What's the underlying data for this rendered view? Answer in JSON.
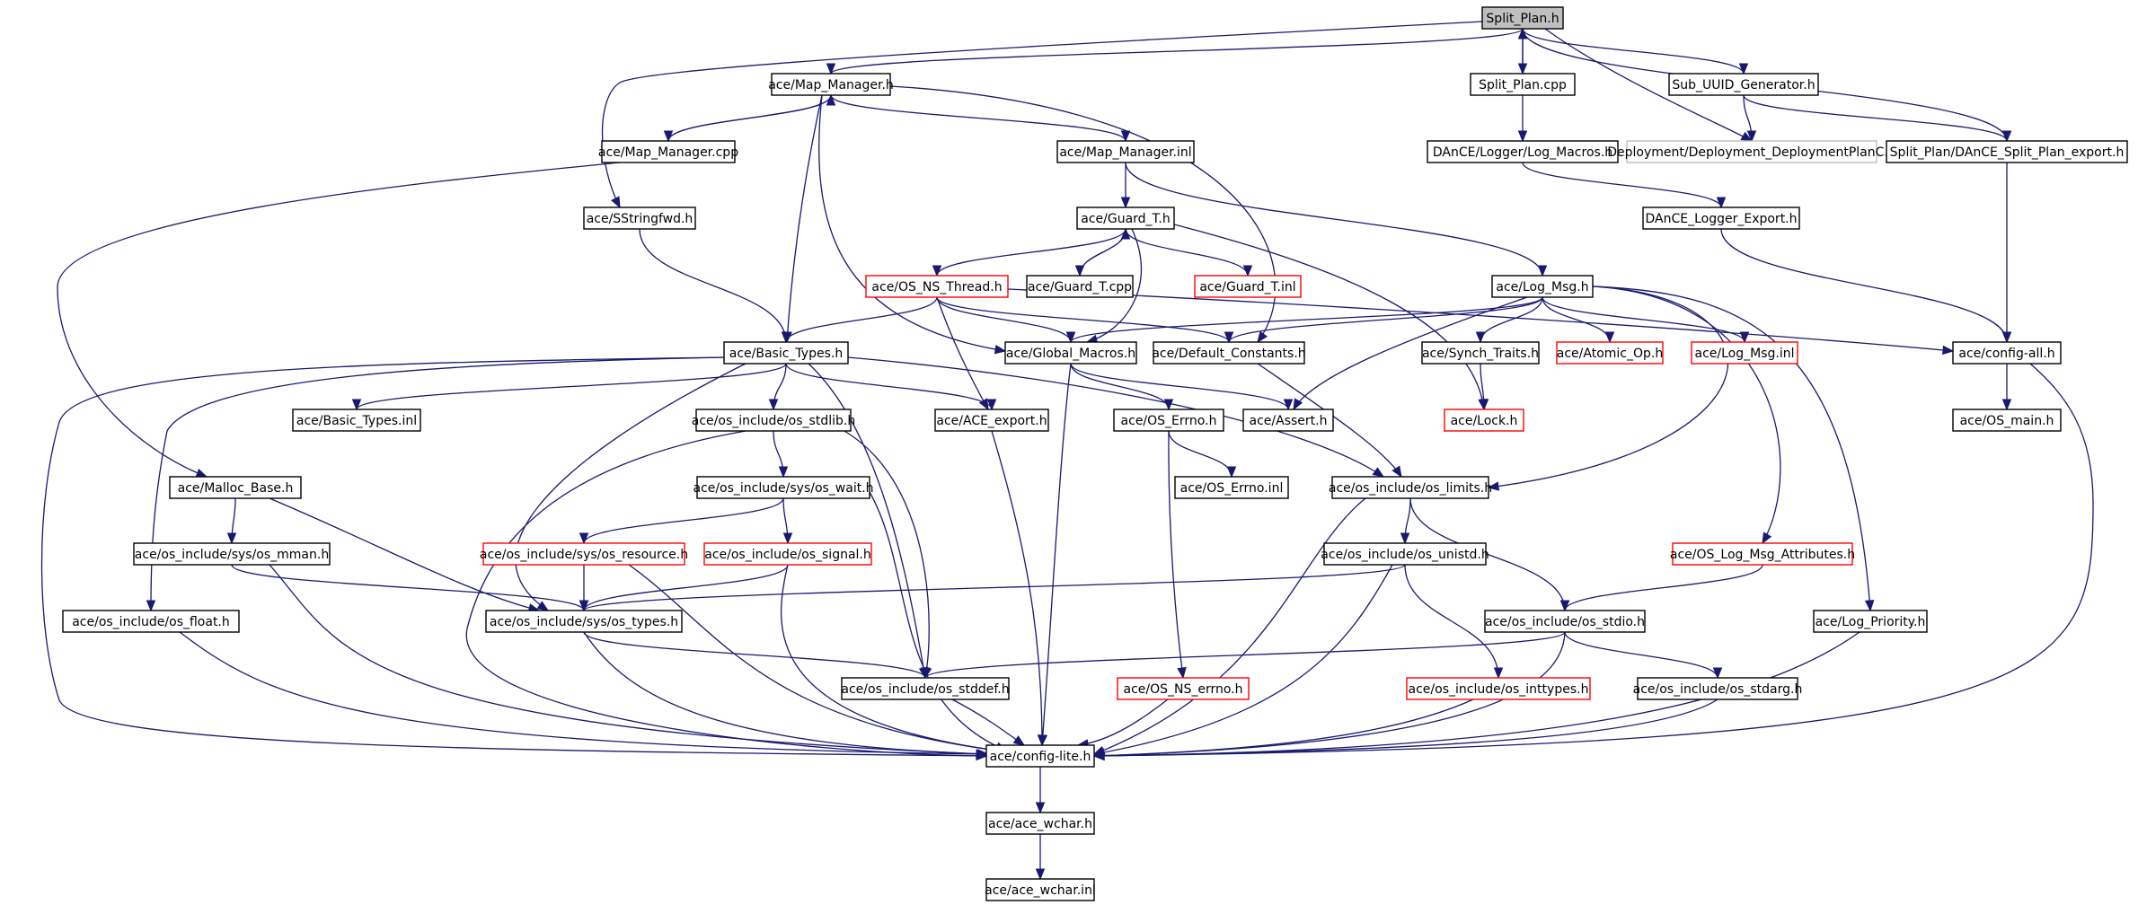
{
  "graph": {
    "nodes": [
      {
        "id": "split_plan_h",
        "label": "Split_Plan.h",
        "kind": "current"
      },
      {
        "id": "map_manager_h",
        "label": "ace/Map_Manager.h",
        "kind": "normal"
      },
      {
        "id": "split_plan_cpp",
        "label": "Split_Plan.cpp",
        "kind": "normal"
      },
      {
        "id": "sub_uuid_gen_h",
        "label": "Sub_UUID_Generator.h",
        "kind": "normal"
      },
      {
        "id": "map_manager_cpp",
        "label": "ace/Map_Manager.cpp",
        "kind": "normal"
      },
      {
        "id": "map_manager_inl",
        "label": "ace/Map_Manager.inl",
        "kind": "normal"
      },
      {
        "id": "log_macros_h",
        "label": "DAnCE/Logger/Log_Macros.h",
        "kind": "normal"
      },
      {
        "id": "deployment_planc_h",
        "label": "Deployment/Deployment_DeploymentPlanC.h",
        "kind": "undocumented"
      },
      {
        "id": "split_plan_export_h",
        "label": "Split_Plan/DAnCE_Split_Plan_export.h",
        "kind": "normal"
      },
      {
        "id": "sstringfwd_h",
        "label": "ace/SStringfwd.h",
        "kind": "normal"
      },
      {
        "id": "guard_t_h",
        "label": "ace/Guard_T.h",
        "kind": "normal"
      },
      {
        "id": "dance_logger_export_h",
        "label": "DAnCE_Logger_Export.h",
        "kind": "normal"
      },
      {
        "id": "os_ns_thread_h",
        "label": "ace/OS_NS_Thread.h",
        "kind": "truncated"
      },
      {
        "id": "guard_t_cpp",
        "label": "ace/Guard_T.cpp",
        "kind": "normal"
      },
      {
        "id": "guard_t_inl",
        "label": "ace/Guard_T.inl",
        "kind": "truncated"
      },
      {
        "id": "log_msg_h",
        "label": "ace/Log_Msg.h",
        "kind": "normal"
      },
      {
        "id": "basic_types_h",
        "label": "ace/Basic_Types.h",
        "kind": "normal"
      },
      {
        "id": "global_macros_h",
        "label": "ace/Global_Macros.h",
        "kind": "normal"
      },
      {
        "id": "default_constants_h",
        "label": "ace/Default_Constants.h",
        "kind": "normal"
      },
      {
        "id": "synch_traits_h",
        "label": "ace/Synch_Traits.h",
        "kind": "normal"
      },
      {
        "id": "atomic_op_h",
        "label": "ace/Atomic_Op.h",
        "kind": "truncated"
      },
      {
        "id": "log_msg_inl",
        "label": "ace/Log_Msg.inl",
        "kind": "truncated"
      },
      {
        "id": "config_all_h",
        "label": "ace/config-all.h",
        "kind": "normal"
      },
      {
        "id": "basic_types_inl",
        "label": "ace/Basic_Types.inl",
        "kind": "normal"
      },
      {
        "id": "os_stdlib_h",
        "label": "ace/os_include/os_stdlib.h",
        "kind": "normal"
      },
      {
        "id": "ace_export_h",
        "label": "ace/ACE_export.h",
        "kind": "normal"
      },
      {
        "id": "os_errno_h",
        "label": "ace/OS_Errno.h",
        "kind": "normal"
      },
      {
        "id": "assert_h",
        "label": "ace/Assert.h",
        "kind": "normal"
      },
      {
        "id": "lock_h",
        "label": "ace/Lock.h",
        "kind": "truncated"
      },
      {
        "id": "os_main_h",
        "label": "ace/OS_main.h",
        "kind": "normal"
      },
      {
        "id": "malloc_base_h",
        "label": "ace/Malloc_Base.h",
        "kind": "normal"
      },
      {
        "id": "os_wait_h",
        "label": "ace/os_include/sys/os_wait.h",
        "kind": "normal"
      },
      {
        "id": "os_errno_inl",
        "label": "ace/OS_Errno.inl",
        "kind": "normal"
      },
      {
        "id": "os_limits_h",
        "label": "ace/os_include/os_limits.h",
        "kind": "normal"
      },
      {
        "id": "os_mman_h",
        "label": "ace/os_include/sys/os_mman.h",
        "kind": "normal"
      },
      {
        "id": "os_resource_h",
        "label": "ace/os_include/sys/os_resource.h",
        "kind": "truncated"
      },
      {
        "id": "os_signal_h",
        "label": "ace/os_include/os_signal.h",
        "kind": "truncated"
      },
      {
        "id": "os_unistd_h",
        "label": "ace/os_include/os_unistd.h",
        "kind": "normal"
      },
      {
        "id": "os_log_msg_attributes_h",
        "label": "ace/OS_Log_Msg_Attributes.h",
        "kind": "truncated"
      },
      {
        "id": "os_float_h",
        "label": "ace/os_include/os_float.h",
        "kind": "normal"
      },
      {
        "id": "os_types_h",
        "label": "ace/os_include/sys/os_types.h",
        "kind": "normal"
      },
      {
        "id": "os_stdio_h",
        "label": "ace/os_include/os_stdio.h",
        "kind": "normal"
      },
      {
        "id": "log_priority_h",
        "label": "ace/Log_Priority.h",
        "kind": "normal"
      },
      {
        "id": "os_stddef_h",
        "label": "ace/os_include/os_stddef.h",
        "kind": "normal"
      },
      {
        "id": "os_ns_errno_h",
        "label": "ace/OS_NS_errno.h",
        "kind": "truncated"
      },
      {
        "id": "os_inttypes_h",
        "label": "ace/os_include/os_inttypes.h",
        "kind": "truncated"
      },
      {
        "id": "os_stdarg_h",
        "label": "ace/os_include/os_stdarg.h",
        "kind": "normal"
      },
      {
        "id": "config_lite_h",
        "label": "ace/config-lite.h",
        "kind": "normal"
      },
      {
        "id": "ace_wchar_h",
        "label": "ace/ace_wchar.h",
        "kind": "normal"
      },
      {
        "id": "ace_wchar_inl",
        "label": "ace/ace_wchar.inl",
        "kind": "normal"
      }
    ],
    "edges": [
      [
        "split_plan_h",
        "map_manager_h"
      ],
      [
        "split_plan_h",
        "split_plan_cpp"
      ],
      [
        "split_plan_h",
        "sub_uuid_gen_h"
      ],
      [
        "split_plan_h",
        "sstringfwd_h"
      ],
      [
        "split_plan_h",
        "deployment_planc_h"
      ],
      [
        "split_plan_h",
        "split_plan_export_h"
      ],
      [
        "split_plan_cpp",
        "split_plan_h"
      ],
      [
        "split_plan_cpp",
        "log_macros_h"
      ],
      [
        "sub_uuid_gen_h",
        "deployment_planc_h"
      ],
      [
        "sub_uuid_gen_h",
        "split_plan_export_h"
      ],
      [
        "split_plan_export_h",
        "config_all_h"
      ],
      [
        "log_macros_h",
        "dance_logger_export_h"
      ],
      [
        "dance_logger_export_h",
        "config_all_h"
      ],
      [
        "map_manager_h",
        "map_manager_cpp"
      ],
      [
        "map_manager_h",
        "map_manager_inl"
      ],
      [
        "map_manager_h",
        "basic_types_h"
      ],
      [
        "map_manager_h",
        "global_macros_h"
      ],
      [
        "map_manager_h",
        "default_constants_h"
      ],
      [
        "map_manager_cpp",
        "map_manager_h"
      ],
      [
        "map_manager_cpp",
        "malloc_base_h"
      ],
      [
        "map_manager_inl",
        "guard_t_h"
      ],
      [
        "map_manager_inl",
        "log_msg_h"
      ],
      [
        "sstringfwd_h",
        "basic_types_h"
      ],
      [
        "guard_t_h",
        "os_ns_thread_h"
      ],
      [
        "guard_t_h",
        "guard_t_cpp"
      ],
      [
        "guard_t_h",
        "guard_t_inl"
      ],
      [
        "guard_t_h",
        "global_macros_h"
      ],
      [
        "guard_t_h",
        "lock_h"
      ],
      [
        "guard_t_cpp",
        "guard_t_h"
      ],
      [
        "os_ns_thread_h",
        "basic_types_h"
      ],
      [
        "os_ns_thread_h",
        "global_macros_h"
      ],
      [
        "os_ns_thread_h",
        "default_constants_h"
      ],
      [
        "os_ns_thread_h",
        "ace_export_h"
      ],
      [
        "os_ns_thread_h",
        "config_all_h"
      ],
      [
        "log_msg_h",
        "global_macros_h"
      ],
      [
        "log_msg_h",
        "default_constants_h"
      ],
      [
        "log_msg_h",
        "synch_traits_h"
      ],
      [
        "log_msg_h",
        "atomic_op_h"
      ],
      [
        "log_msg_h",
        "log_msg_inl"
      ],
      [
        "log_msg_h",
        "assert_h"
      ],
      [
        "log_msg_h",
        "os_limits_h"
      ],
      [
        "log_msg_h",
        "os_log_msg_attributes_h"
      ],
      [
        "log_msg_h",
        "log_priority_h"
      ],
      [
        "synch_traits_h",
        "lock_h"
      ],
      [
        "config_all_h",
        "os_main_h"
      ],
      [
        "config_all_h",
        "config_lite_h"
      ],
      [
        "basic_types_h",
        "basic_types_inl"
      ],
      [
        "basic_types_h",
        "os_stdlib_h"
      ],
      [
        "basic_types_h",
        "ace_export_h"
      ],
      [
        "basic_types_h",
        "os_limits_h"
      ],
      [
        "basic_types_h",
        "os_float_h"
      ],
      [
        "basic_types_h",
        "os_types_h"
      ],
      [
        "basic_types_h",
        "os_stddef_h"
      ],
      [
        "basic_types_h",
        "config_lite_h"
      ],
      [
        "global_macros_h",
        "os_errno_h"
      ],
      [
        "global_macros_h",
        "assert_h"
      ],
      [
        "global_macros_h",
        "config_lite_h"
      ],
      [
        "default_constants_h",
        "os_limits_h"
      ],
      [
        "os_stdlib_h",
        "os_wait_h"
      ],
      [
        "os_stdlib_h",
        "os_stddef_h"
      ],
      [
        "os_stdlib_h",
        "config_lite_h"
      ],
      [
        "ace_export_h",
        "config_lite_h"
      ],
      [
        "os_errno_h",
        "os_errno_inl"
      ],
      [
        "os_errno_h",
        "os_ns_errno_h"
      ],
      [
        "malloc_base_h",
        "os_mman_h"
      ],
      [
        "malloc_base_h",
        "os_types_h"
      ],
      [
        "os_wait_h",
        "os_resource_h"
      ],
      [
        "os_wait_h",
        "os_signal_h"
      ],
      [
        "os_wait_h",
        "config_lite_h"
      ],
      [
        "os_resource_h",
        "os_types_h"
      ],
      [
        "os_resource_h",
        "config_lite_h"
      ],
      [
        "os_signal_h",
        "os_types_h"
      ],
      [
        "os_signal_h",
        "config_lite_h"
      ],
      [
        "os_mman_h",
        "os_types_h"
      ],
      [
        "os_mman_h",
        "config_lite_h"
      ],
      [
        "os_limits_h",
        "os_unistd_h"
      ],
      [
        "os_limits_h",
        "os_stdio_h"
      ],
      [
        "os_limits_h",
        "config_lite_h"
      ],
      [
        "os_unistd_h",
        "os_types_h"
      ],
      [
        "os_unistd_h",
        "os_inttypes_h"
      ],
      [
        "os_unistd_h",
        "config_lite_h"
      ],
      [
        "os_log_msg_attributes_h",
        "os_stdio_h"
      ],
      [
        "os_stdio_h",
        "os_stddef_h"
      ],
      [
        "os_stdio_h",
        "os_stdarg_h"
      ],
      [
        "os_stdio_h",
        "config_lite_h"
      ],
      [
        "os_float_h",
        "config_lite_h"
      ],
      [
        "os_types_h",
        "os_stddef_h"
      ],
      [
        "os_types_h",
        "config_lite_h"
      ],
      [
        "log_priority_h",
        "config_lite_h"
      ],
      [
        "os_stddef_h",
        "config_lite_h"
      ],
      [
        "os_ns_errno_h",
        "config_lite_h"
      ],
      [
        "os_inttypes_h",
        "config_lite_h"
      ],
      [
        "os_stdarg_h",
        "config_lite_h"
      ],
      [
        "config_lite_h",
        "ace_wchar_h"
      ],
      [
        "ace_wchar_h",
        "ace_wchar_inl"
      ]
    ]
  },
  "colors": {
    "edge": "#191970",
    "node_border": "#000000",
    "truncated_border": "#ff0000",
    "undocumented_border": "#bfbfbf",
    "current_fill": "#bfbfbf",
    "background": "#ffffff"
  }
}
